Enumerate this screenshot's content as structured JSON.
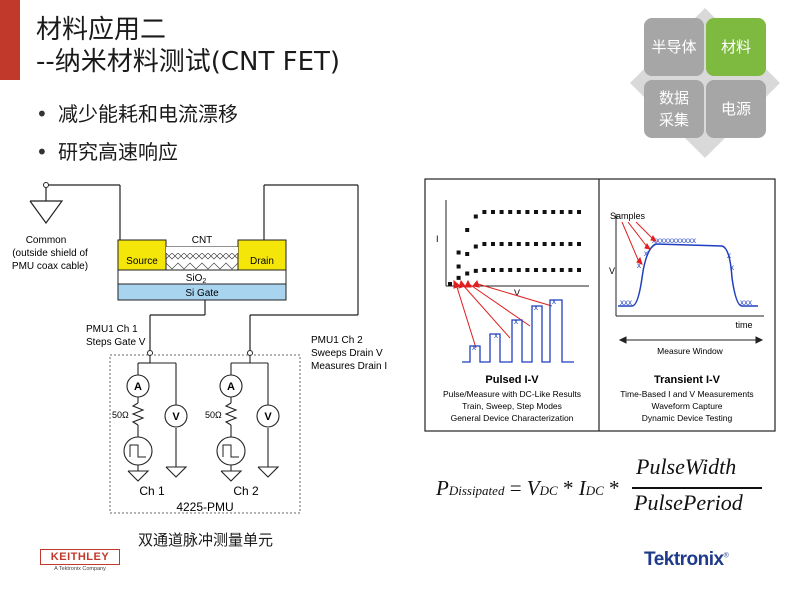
{
  "title": {
    "line1": "材料应用二",
    "line2": "--纳米材料测试(CNT FET)"
  },
  "bullets": [
    "减少能耗和电流漂移",
    "研究高速响应"
  ],
  "nav": {
    "tiles": [
      {
        "label": "半导体",
        "color": "#a6a6a6"
      },
      {
        "label": "材料",
        "color": "#7dba3f"
      },
      {
        "label": "数据采集",
        "color": "#a6a6a6"
      },
      {
        "label": "电源",
        "color": "#a6a6a6"
      }
    ]
  },
  "circuit": {
    "common_label": "Common",
    "common_note1": "(outside shield of",
    "common_note2": "PMU coax cable)",
    "cnt": "CNT",
    "source": "Source",
    "drain": "Drain",
    "sio2": "SiO",
    "sio2_sub": "2",
    "si_gate": "Si Gate",
    "ch1_line1": "PMU1 Ch 1",
    "ch1_line2": "Steps Gate V",
    "ch2_line1": "PMU1 Ch 2",
    "ch2_line2": "Sweeps Drain V",
    "ch2_line3": "Measures Drain I",
    "ammeter": "A",
    "voltmeter": "V",
    "resistor": "50Ω",
    "ch1": "Ch 1",
    "ch2": "Ch 2",
    "pmu": "4225-PMU"
  },
  "caption": "双通道脉冲测量单元",
  "panel": {
    "left": {
      "axis_i": "I",
      "axis_v": "V",
      "title": "Pulsed I-V",
      "desc1": "Pulse/Measure with DC-Like Results",
      "desc2": "Train, Sweep, Step Modes",
      "desc3": "General Device Characterization"
    },
    "right": {
      "samples": "Samples",
      "axis_v": "V",
      "axis_time": "time",
      "window": "Measure Window",
      "title": "Transient I-V",
      "desc1": "Time-Based I and V Measurements",
      "desc2": "Waveform Capture",
      "desc3": "Dynamic Device Testing"
    }
  },
  "formula": {
    "p": "P",
    "p_sub": "Dissipated",
    "eq": " = ",
    "v": "V",
    "v_sub": "DC",
    "star": " * ",
    "i": "I",
    "i_sub": "DC",
    "star2": " *",
    "numerator": "PulseWidth",
    "denominator": "PulsePeriod"
  },
  "logos": {
    "keithley": "KEITHLEY",
    "keithley_sub": "A Tektronix Company",
    "tektronix": "Tektronix",
    "tektronix_reg": "®"
  },
  "colors": {
    "accent": "#c0392b",
    "green_tile": "#7dba3f",
    "grey_tile": "#a6a6a6",
    "gate_blue": "#a8d4f0",
    "source_yellow": "#f5e60a",
    "curve_blue": "#1f3fbf",
    "arrow_red": "#e02020"
  }
}
